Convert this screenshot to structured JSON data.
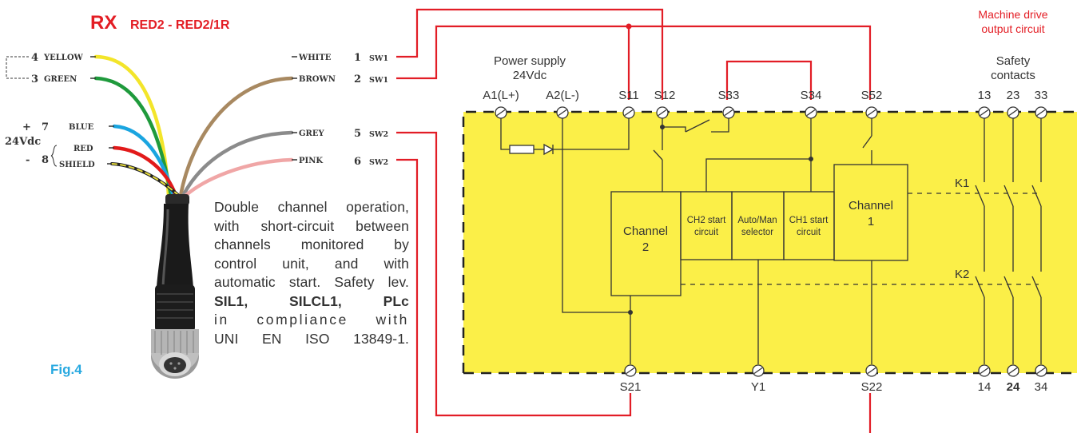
{
  "header": {
    "model_code": "RX",
    "model_variants": "RED2 - RED2/1R"
  },
  "top_right_label": [
    "Machine drive",
    "output   circuit"
  ],
  "left_wires": [
    {
      "num": "4",
      "color_name": "YELLOW",
      "hex": "#f3e52a"
    },
    {
      "num": "3",
      "color_name": "GREEN",
      "hex": "#1f9a3c"
    },
    {
      "num": "7",
      "color_name": "BLUE",
      "hex": "#1aa5e0"
    },
    {
      "num": "8",
      "color_name": "RED",
      "hex": "#e21a1a"
    },
    {
      "num": "",
      "color_name": "SHIELD",
      "hex": "#d4c733"
    }
  ],
  "right_wires": [
    {
      "num": "1",
      "sw": "SW1",
      "color_name": "WHITE",
      "hex": "#ffffff"
    },
    {
      "num": "2",
      "sw": "SW1",
      "color_name": "BROWN",
      "hex": "#a88961"
    },
    {
      "num": "5",
      "sw": "SW2",
      "color_name": "GREY",
      "hex": "#8b8b8b"
    },
    {
      "num": "6",
      "sw": "SW2",
      "color_name": "PINK",
      "hex": "#f0a6a6"
    }
  ],
  "power": {
    "plus": "+",
    "minus": "-",
    "voltage": "24Vdc"
  },
  "description": {
    "lines": [
      "Double channel operation,",
      "with short-circuit between",
      "channels monitored by",
      "control unit, and with",
      "automatic start. Safety lev."
    ],
    "levels": [
      "SIL1,",
      "SILCL1,",
      "PLc"
    ],
    "lines_end": [
      "in compliance with",
      "UNI EN ISO 13849-1."
    ]
  },
  "figure_label": "Fig.4",
  "diagram": {
    "power_supply_label": [
      "Power supply",
      "24Vdc"
    ],
    "safety_contacts_label": [
      "Safety",
      "contacts"
    ],
    "top_terminals": [
      "A1(L+)",
      "A2(L-)",
      "S11",
      "S12",
      "S33",
      "S34",
      "S52",
      "13",
      "23",
      "33"
    ],
    "bottom_terminals": [
      "S21",
      "Y1",
      "S22",
      "14",
      "24",
      "34"
    ],
    "boxes": {
      "channel2": [
        "Channel",
        "2"
      ],
      "ch2_start": [
        "CH2 start",
        "circuit"
      ],
      "auto_man": [
        "Auto/Man",
        "selector"
      ],
      "ch1_start": [
        "CH1 start",
        "circuit"
      ],
      "channel1": [
        "Channel",
        "1"
      ]
    },
    "relays": [
      "K1",
      "K2"
    ],
    "colors": {
      "panel": "#fbef48",
      "wire_red": "#e21d26",
      "title_red": "#e31d24",
      "fig_blue": "#29a9e0",
      "text_gray": "#333333"
    }
  }
}
